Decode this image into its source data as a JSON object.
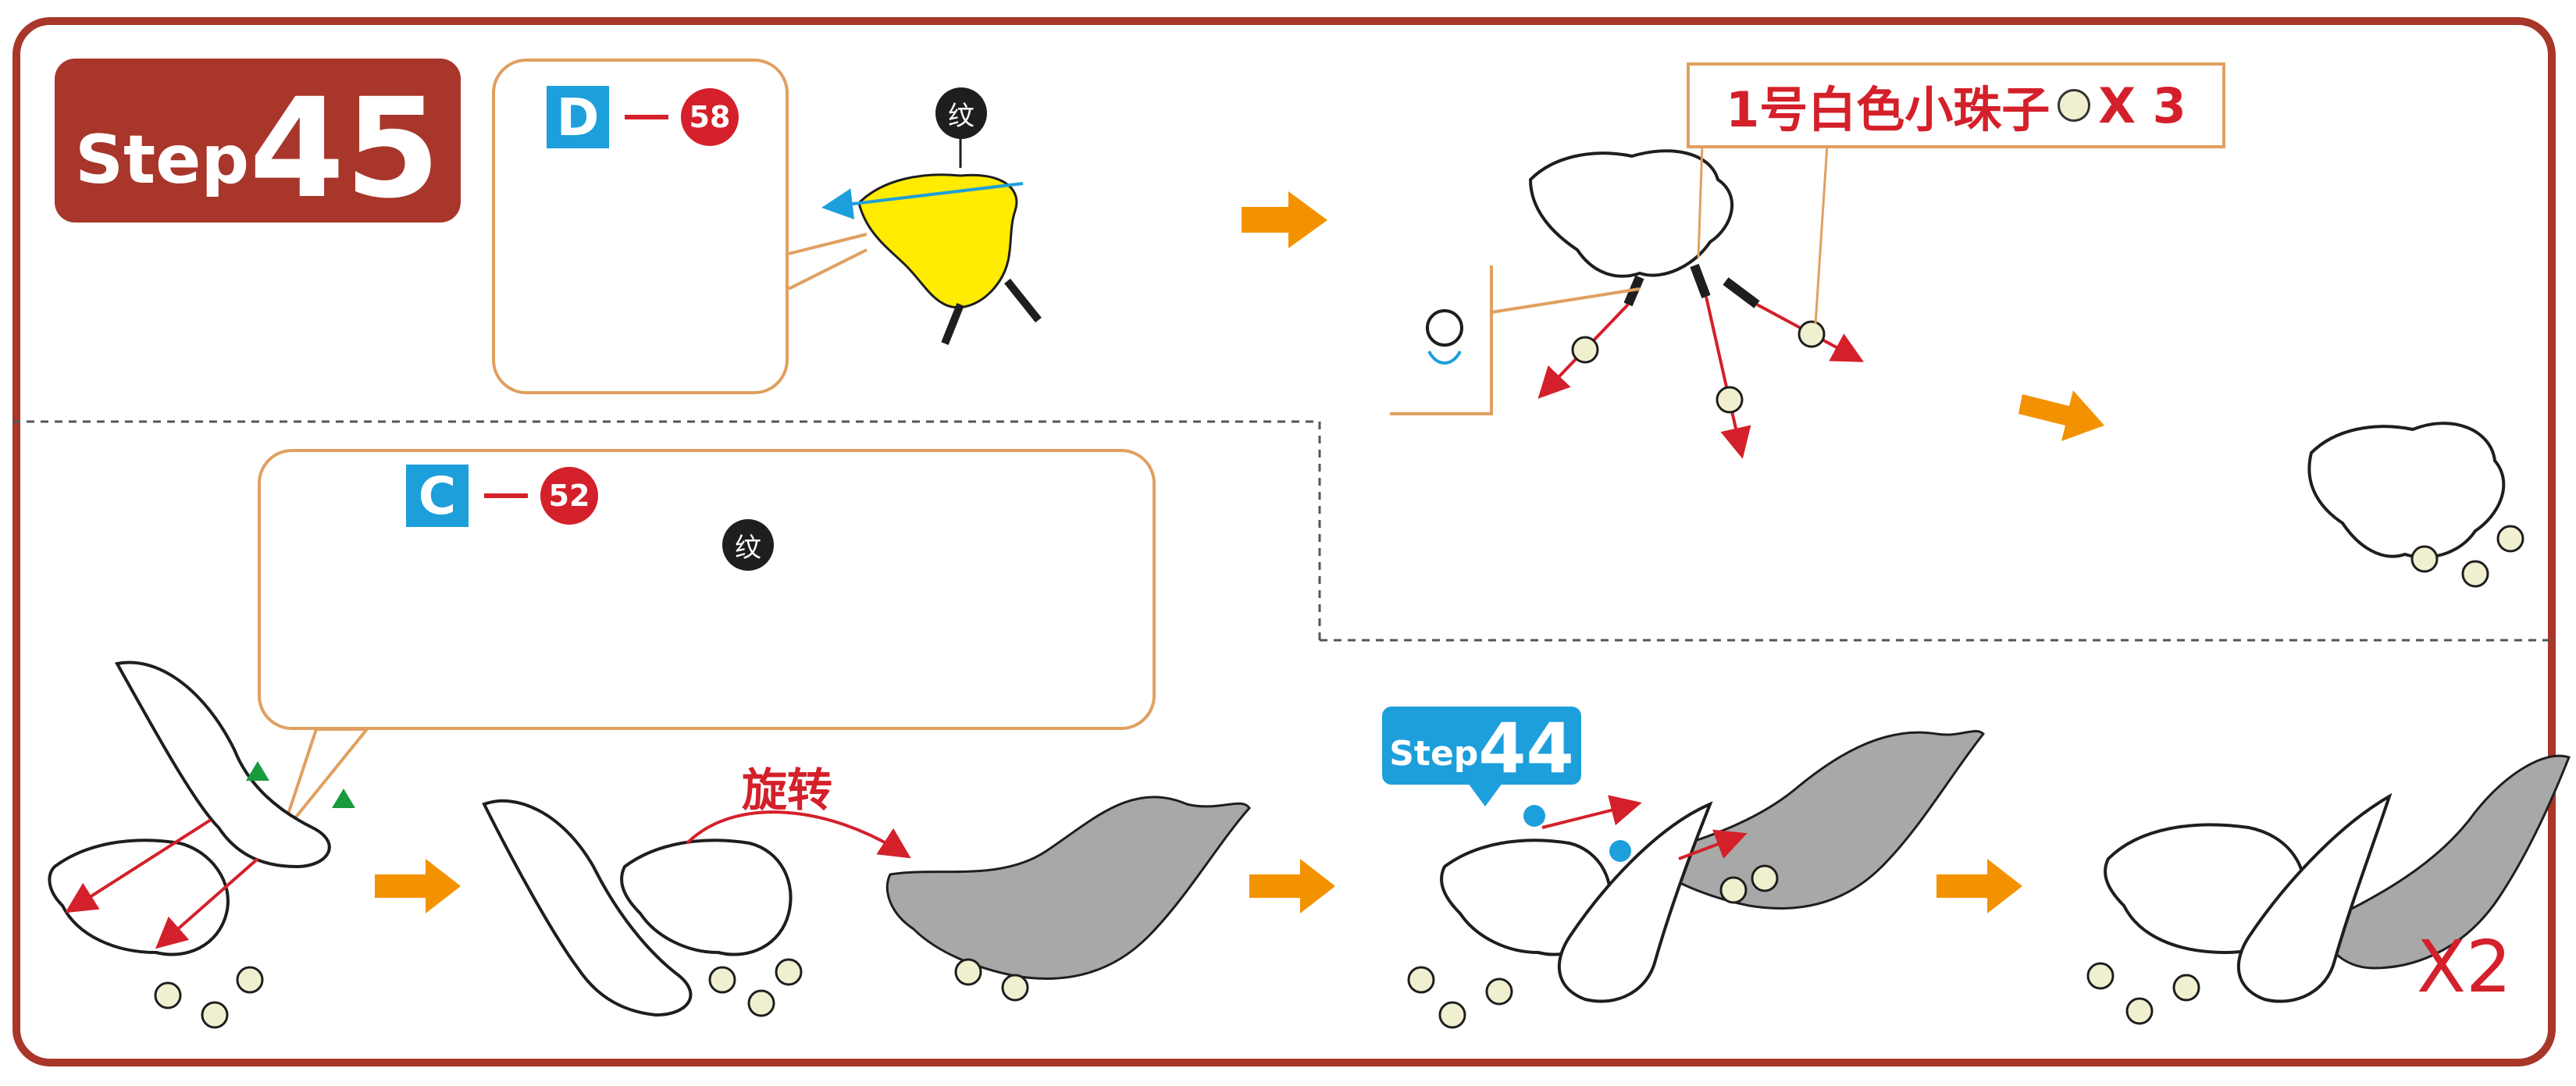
{
  "step_main": {
    "word": "Step",
    "number": "45"
  },
  "step_ref": {
    "word": "Step",
    "number": "44"
  },
  "part_d": {
    "letter": "D",
    "number": "58"
  },
  "part_c": {
    "letter": "C",
    "number": "52"
  },
  "texture_label": "纹",
  "bead_note": {
    "text": "1号白色小珠子",
    "times": "X 3"
  },
  "rotate_label": "旋转",
  "repeat_label": "X2",
  "colors": {
    "frame": "#a8362a",
    "step_badge": "#1d9fdb",
    "part_d_fill": "#2f8a72",
    "part_c_fill": "#f2c6b6",
    "texture_fill": "#ffec00",
    "arrow": "#f39200",
    "pointer": "#d4202a",
    "grey_part": "#a8a8a8",
    "callout_border": "#e0a060"
  },
  "icons": [
    "arrow-right-icon",
    "bead-icon",
    "texture-arrow-icon",
    "green-triangle-icon",
    "blue-dot-icon"
  ]
}
